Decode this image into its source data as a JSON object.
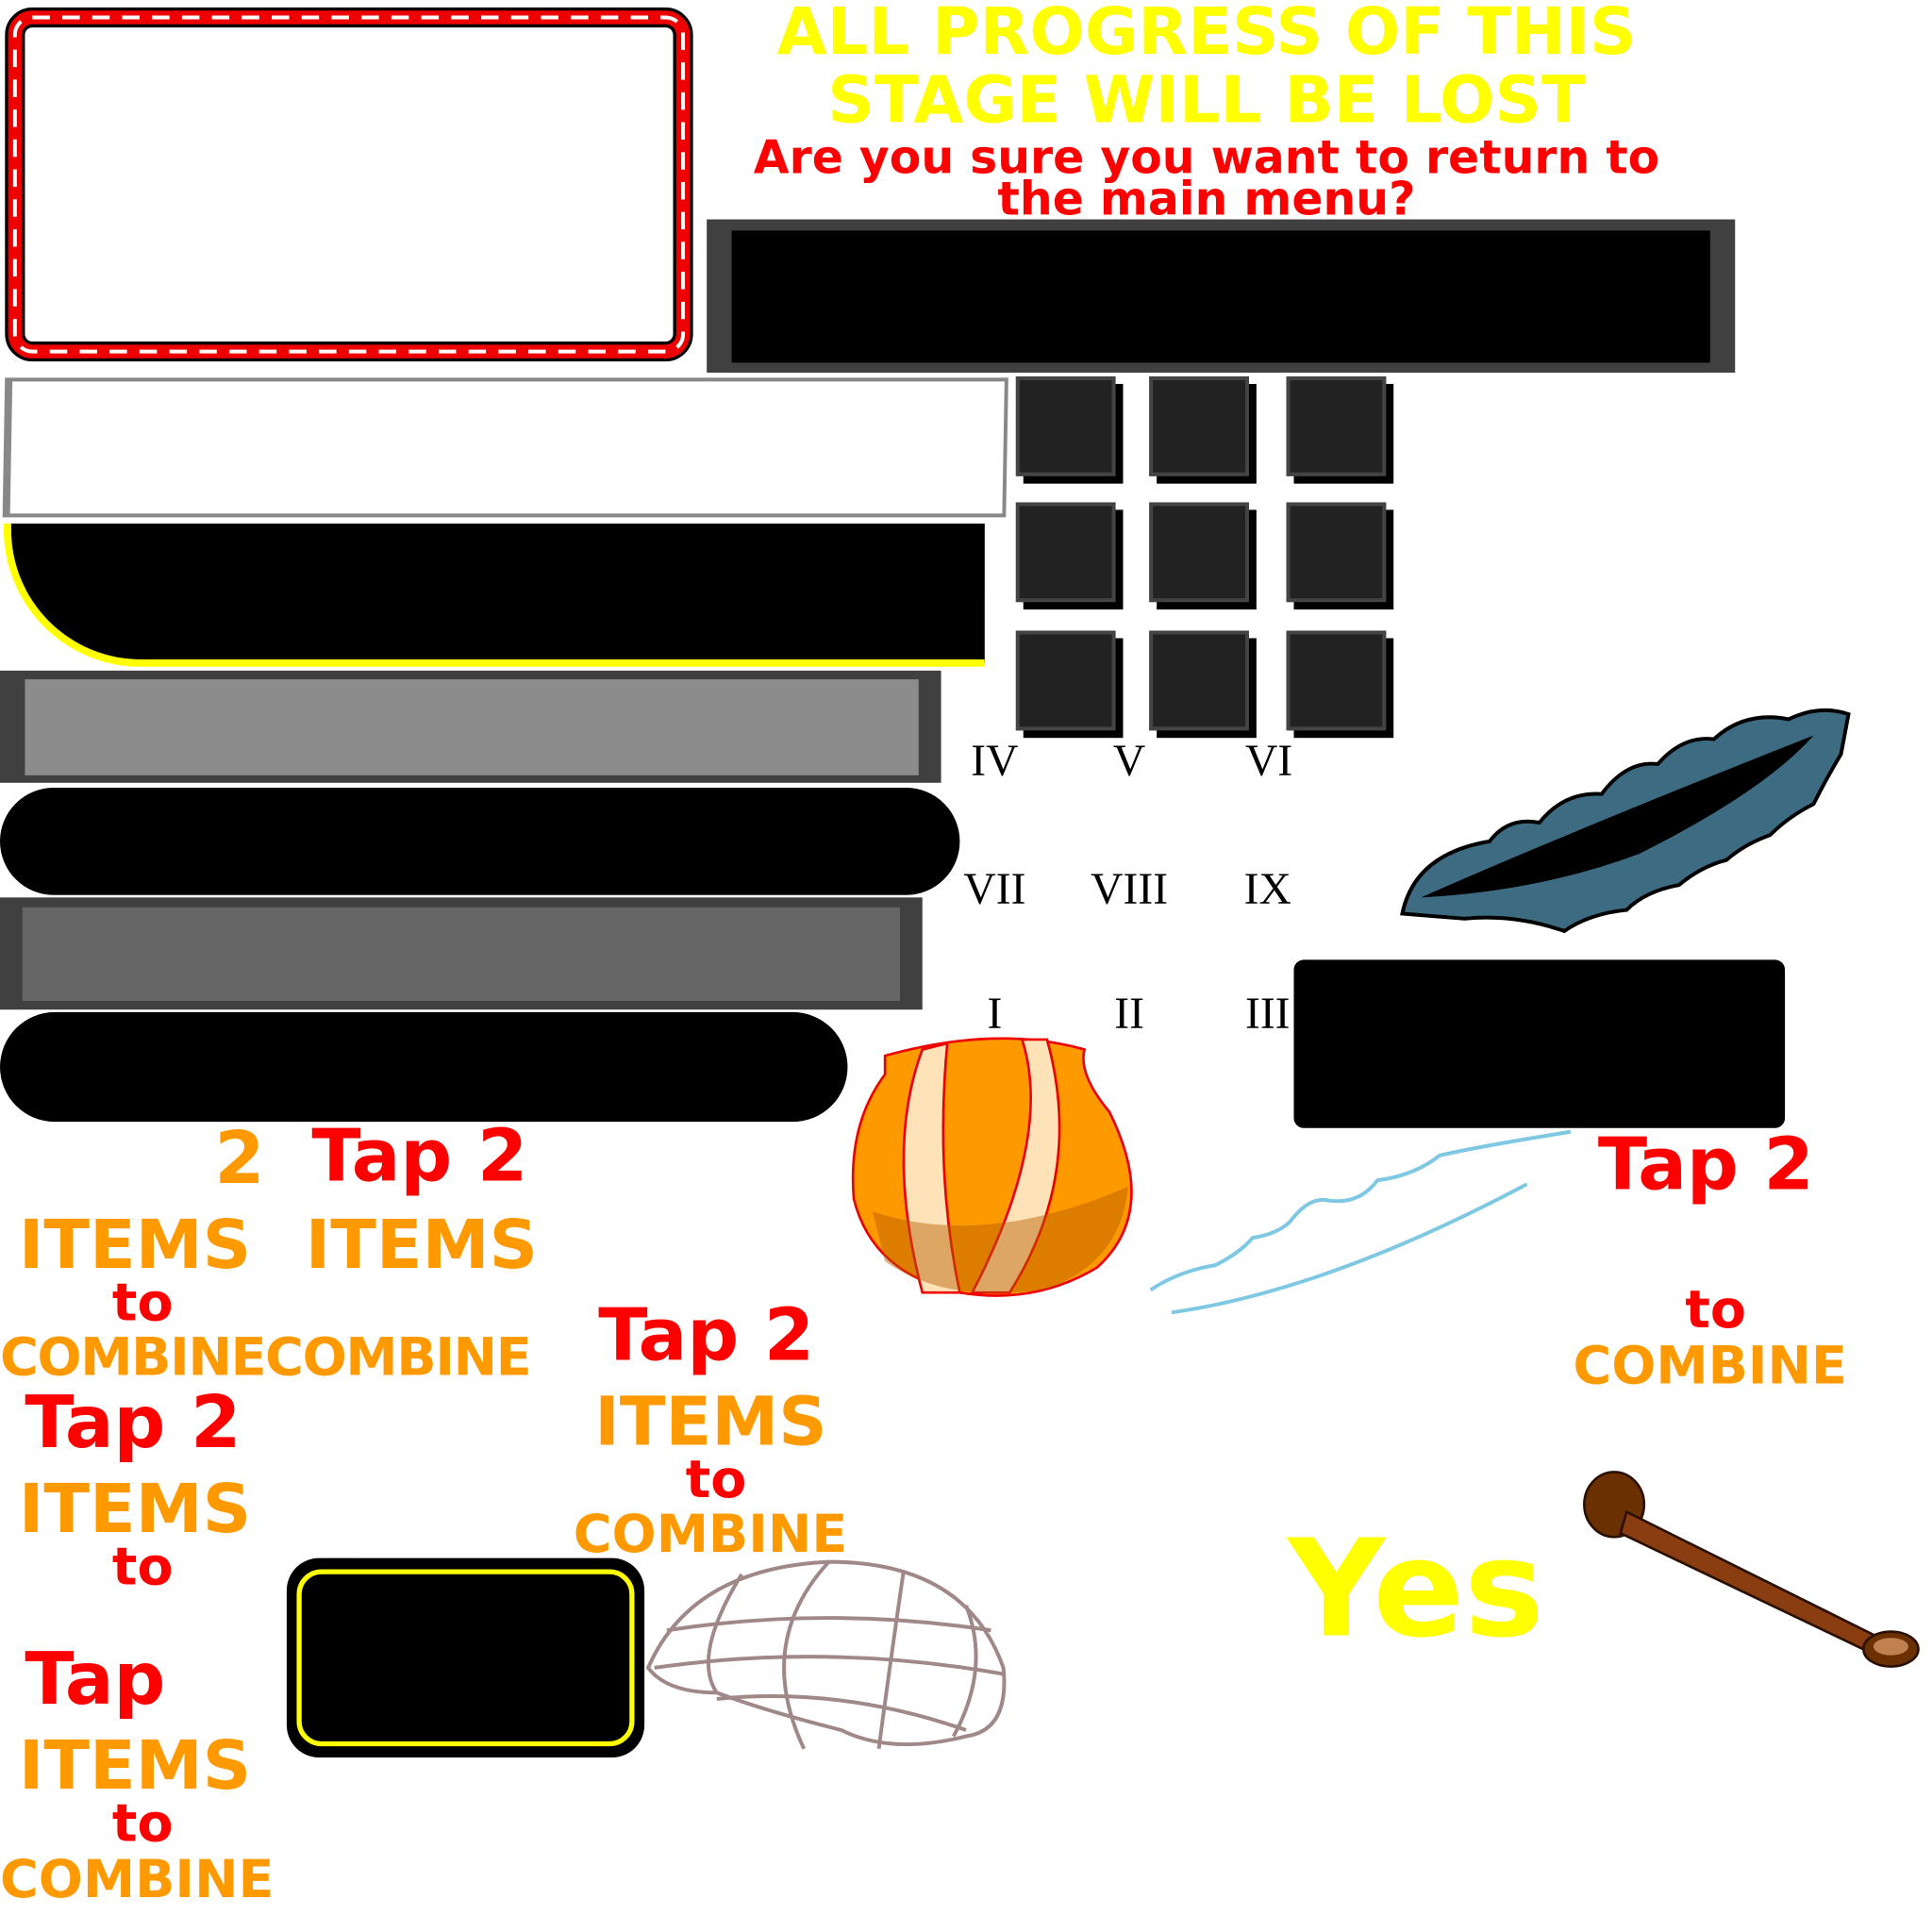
{
  "dialog": {
    "warning_line1": "ALL PROGRESS OF THIS",
    "warning_line2": "STAGE WILL BE LOST",
    "question_line1": "Are you sure you want to return to",
    "question_line2": "the main menu?",
    "yes_label": "Yes"
  },
  "level_numerals": [
    "I",
    "II",
    "III",
    "IV",
    "V",
    "VI",
    "VII",
    "VIII",
    "IX"
  ],
  "hints": {
    "tap": "Tap",
    "tap2": "Tap 2",
    "two": "2",
    "items": "ITEMS",
    "to": "to",
    "combine": "COMBINE",
    "combine_double": "COMBINECOMBINE"
  },
  "colors": {
    "yellow": "#ffff00",
    "red": "#ff0000",
    "orange": "#ff9900",
    "panel": "#404040"
  }
}
